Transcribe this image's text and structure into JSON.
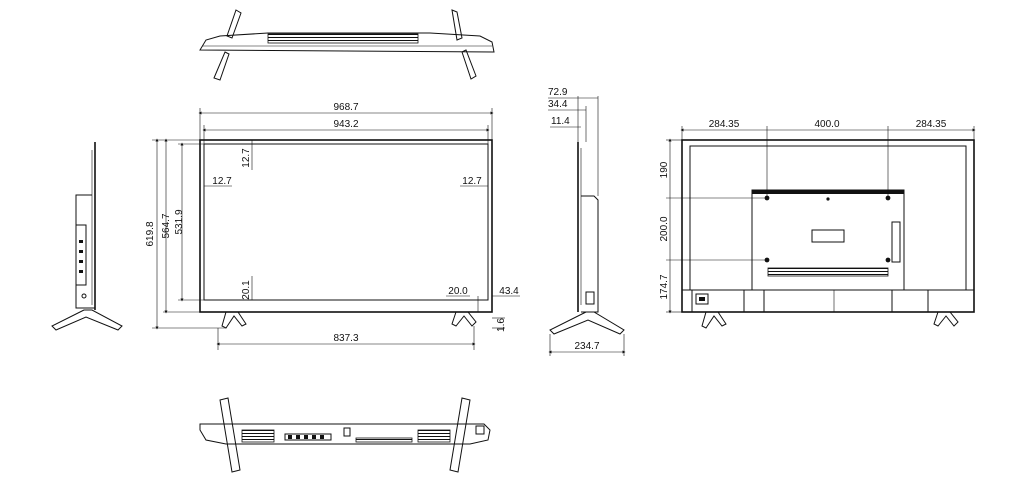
{
  "colors": {
    "line": "#111111",
    "background": "#ffffff"
  },
  "front": {
    "outer_width": "968.7",
    "screen_width": "943.2",
    "outer_height": "619.8",
    "height_mid": "564.7",
    "screen_height": "531.9",
    "bezel_top": "12.7",
    "bezel_left": "12.7",
    "bezel_right": "12.7",
    "bezel_bottom": "20.1",
    "bottom_chin": "20.0",
    "stand_clear": "43.4",
    "stand_foot": "1.6",
    "stand_span": "837.3"
  },
  "side": {
    "depth_total": "72.9",
    "depth_mid": "34.4",
    "depth_panel": "11.4",
    "base_depth": "234.7"
  },
  "rear": {
    "left_margin": "284.35",
    "vesa_width": "400.0",
    "right_margin": "284.35",
    "top_offset": "190",
    "vesa_height": "200.0",
    "bottom_offset": "174.7"
  }
}
